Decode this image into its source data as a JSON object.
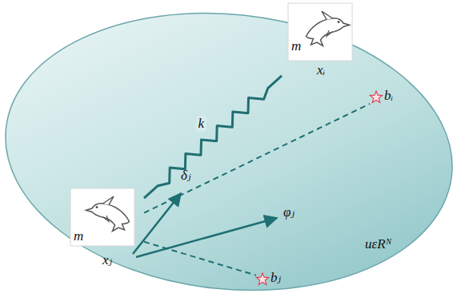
{
  "diagram": {
    "nodes": [
      {
        "text": [
          "uεRᴺ"
        ]
      },
      {
        "text": [
          "m",
          "xᵢ"
        ],
        "in": 0
      },
      {
        "text": [
          "bᵢ"
        ],
        "in": 0
      },
      {
        "text": [
          "m",
          "xⱼ"
        ],
        "in": 0
      },
      {
        "text": [
          "bⱼ"
        ],
        "in": 0
      }
    ],
    "edges": [
      {
        "from": 3,
        "to": 1,
        "label": "k",
        "arrow": "none"
      },
      {
        "from": 3,
        "to": 2,
        "arrow": "none"
      },
      {
        "from": 3,
        "to": 4,
        "arrow": "none"
      }
    ],
    "labels": [
      "δⱼ",
      "φⱼ"
    ]
  }
}
